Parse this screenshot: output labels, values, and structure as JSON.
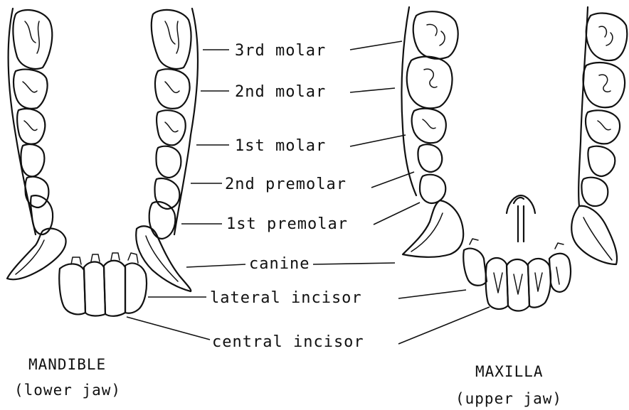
{
  "labels": {
    "third_molar": "3rd molar",
    "second_molar": "2nd molar",
    "first_molar": "1st molar",
    "second_premolar": "2nd premolar",
    "first_premolar": "1st premolar",
    "canine": "canine",
    "lateral_incisor": "lateral incisor",
    "central_incisor": "central incisor"
  },
  "mandible": {
    "title": "MANDIBLE",
    "subtitle": "(lower jaw)"
  },
  "maxilla": {
    "title": "MAXILLA",
    "subtitle": "(upper jaw)"
  }
}
